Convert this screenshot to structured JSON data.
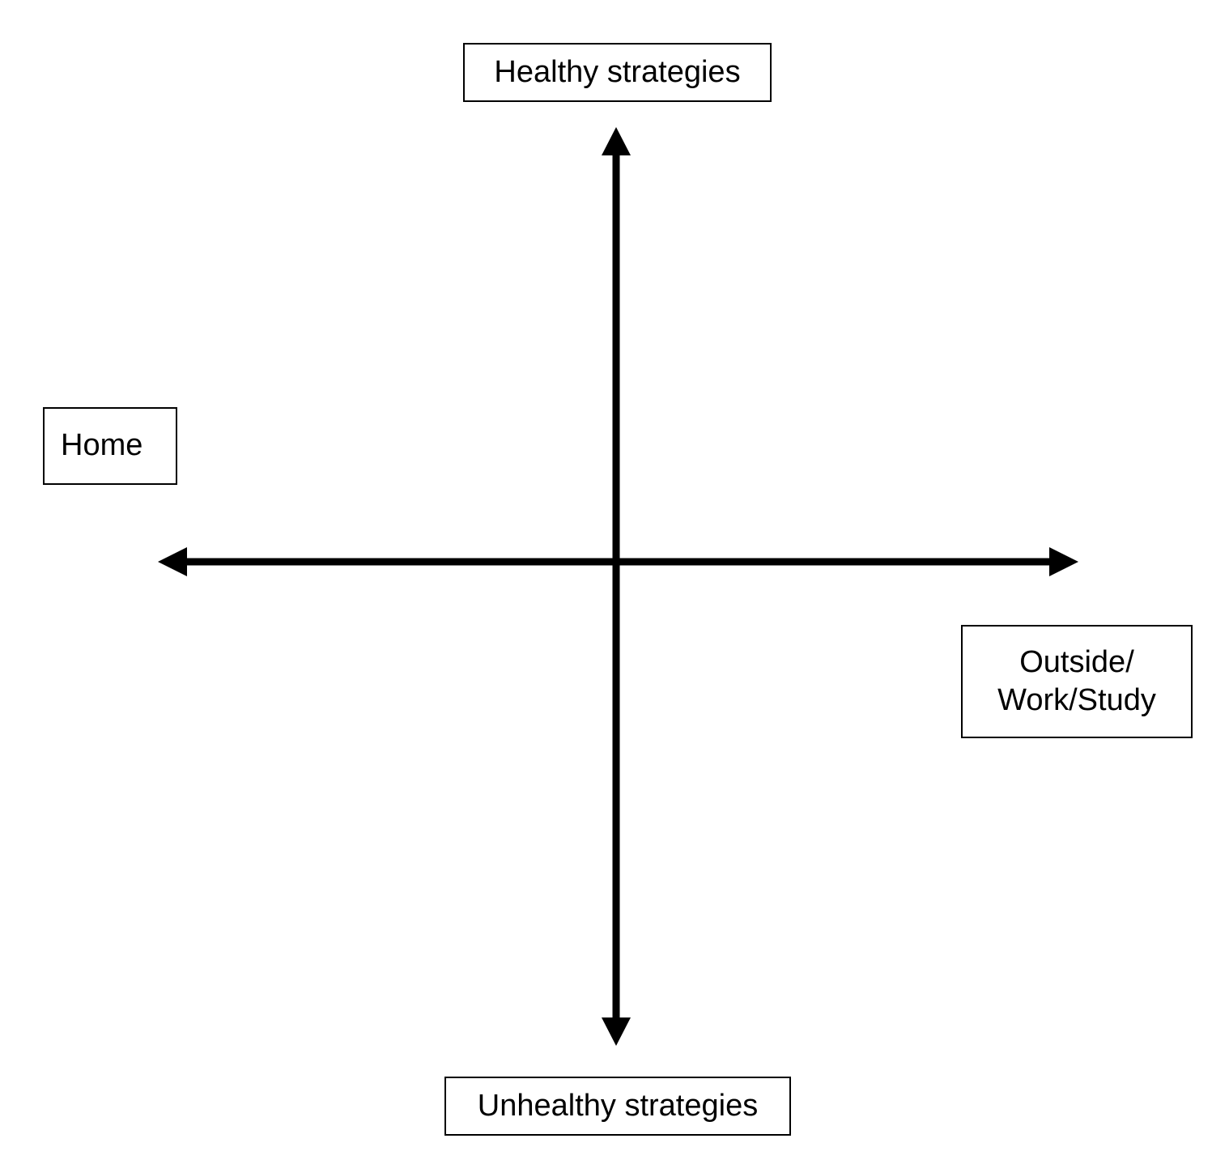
{
  "labels": {
    "top": "Healthy strategies",
    "bottom": "Unhealthy strategies",
    "left": "Home",
    "right_line1": "Outside/",
    "right_line2": "Work/Study"
  }
}
